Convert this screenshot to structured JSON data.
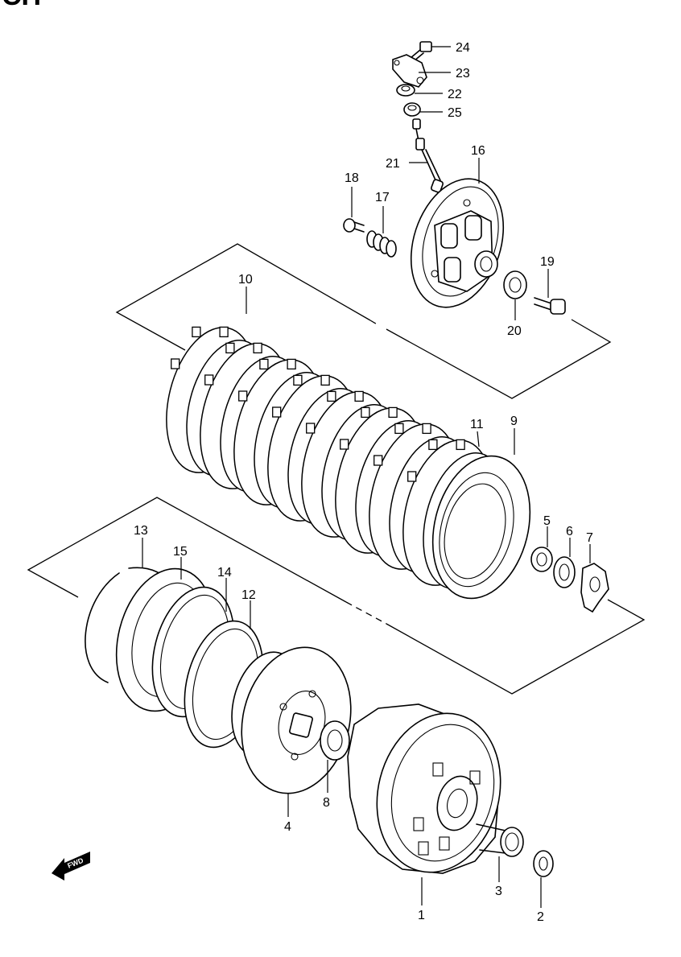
{
  "header": {
    "title_fragment": "CH"
  },
  "fwd": {
    "label": "FWD"
  },
  "callouts": {
    "p1": "1",
    "p2": "2",
    "p3": "3",
    "p4": "4",
    "p5": "5",
    "p6": "6",
    "p7": "7",
    "p8": "8",
    "p9": "9",
    "p10": "10",
    "p11": "11",
    "p12": "12",
    "p13": "13",
    "p14": "14",
    "p15": "15",
    "p16": "16",
    "p17": "17",
    "p18": "18",
    "p19": "19",
    "p20": "20",
    "p21": "21",
    "p22": "22",
    "p23": "23",
    "p24": "24",
    "p25": "25"
  }
}
